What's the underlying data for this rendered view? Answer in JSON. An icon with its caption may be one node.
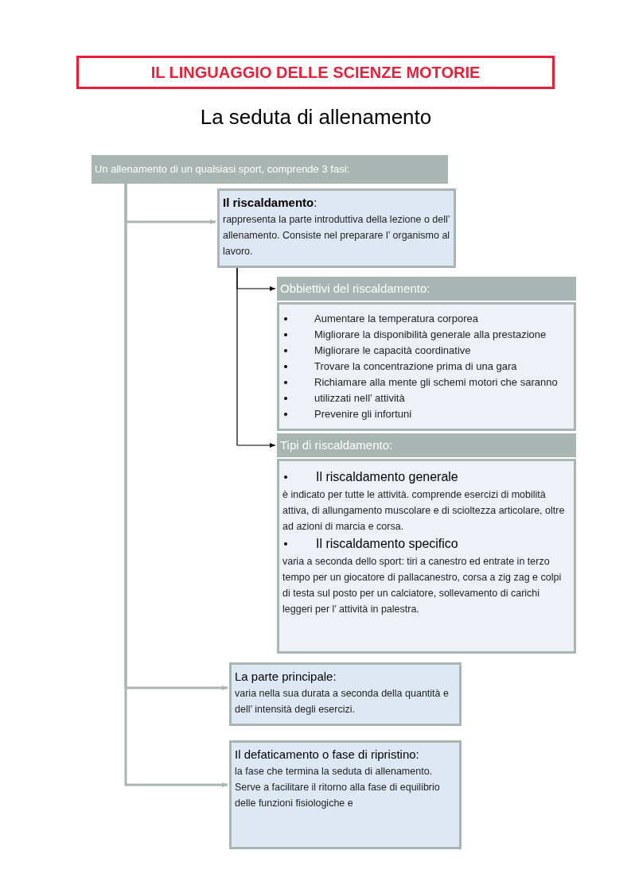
{
  "diagram": {
    "title": "IL LINGUAGGIO DELLE SCIENZE MOTORIE",
    "nodes": [
      {
        "text": [
          "Un allenamento di un qualsiasi sport, comprende 3 fasi:"
        ]
      },
      {
        "text": [
          "**Il riscaldamento**:",
          "rappresenta la parte introduttiva della lezione o dell’ allenamento. Consiste nel preparare l’ organismo al lavoro."
        ]
      },
      {
        "text": [
          "Obbiettivi del riscaldamento:",
          "Aumentare la temperatura corporea",
          "Migliorare la disponibilità generale alla prestazione",
          "Migliorare le capacità coordinative",
          "Trovare la concentrazione prima di una gara",
          "Richiamare alla mente gli schemi motori che saranno",
          "utilizzati nell’ attività",
          "Prevenire gli infortuni"
        ]
      },
      {
        "text": [
          "Tipi di riscaldamento:",
          "Il riscaldamento generale",
          "è indicato per tutte le attività. comprende esercizi di mobilità attiva, di allungamento muscolare e di scioltezza articolare, oltre ad azioni di marcia e corsa.",
          "Il riscaldamento specifico",
          "varia a seconda dello sport: tiri a canestro ed entrate in terzo tempo per un giocatore di pallacanestro, corsa a zig zag e colpi di testa sul posto per un calciatore, sollevamento di carichi leggeri per l’ attività in palestra."
        ]
      },
      {
        "text": [
          "La parte principale:",
          "varia nella sua durata a seconda della quantità e dell’ intensità degli esercizi."
        ]
      },
      {
        "text": [
          "Il defaticamento o fase di ripristino:",
          "la fase che termina la seduta di allenamento. Serve a facilitare il ritorno alla fase di equilibrio delle funzioni fisiologiche e"
        ]
      }
    ],
    "edges": [
      {
        "from": 0,
        "to": 1,
        "arrow": "to"
      },
      {
        "from": 1,
        "to": 2,
        "arrow": "to",
        "color": "#000000"
      },
      {
        "from": 1,
        "to": 3,
        "arrow": "to",
        "color": "#000000"
      },
      {
        "from": 0,
        "to": 4,
        "arrow": "to"
      },
      {
        "from": 0,
        "to": 5,
        "arrow": "to"
      }
    ],
    "labels": [
      "La seduta di allenamento"
    ]
  }
}
